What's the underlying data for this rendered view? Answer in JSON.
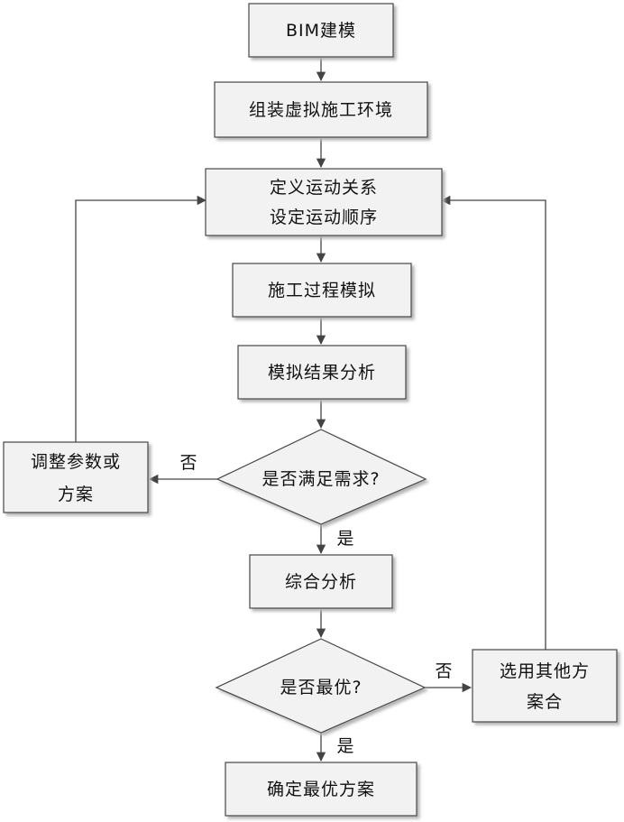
{
  "nodes": {
    "bim": "BIM建模",
    "assemble": "组装虚拟施工环境",
    "define_line1": "定义运动关系",
    "define_line2": "设定运动顺序",
    "simulate": "施工过程模拟",
    "analyze": "模拟结果分析",
    "meets_need": "是否满足需求?",
    "adjust_line1": "调整参数或",
    "adjust_line2": "方案",
    "comprehensive": "综合分析",
    "is_optimal": "是否最优?",
    "choose_line1": "选用其他方",
    "choose_line2": "案合",
    "confirm": "确定最优方案"
  },
  "edges": {
    "no_label_1": "否",
    "yes_label_1": "是",
    "no_label_2": "否",
    "yes_label_2": "是"
  },
  "colors": {
    "fill": "#f2f2f2",
    "stroke": "#444444",
    "shadow": "#b5b5b5"
  }
}
